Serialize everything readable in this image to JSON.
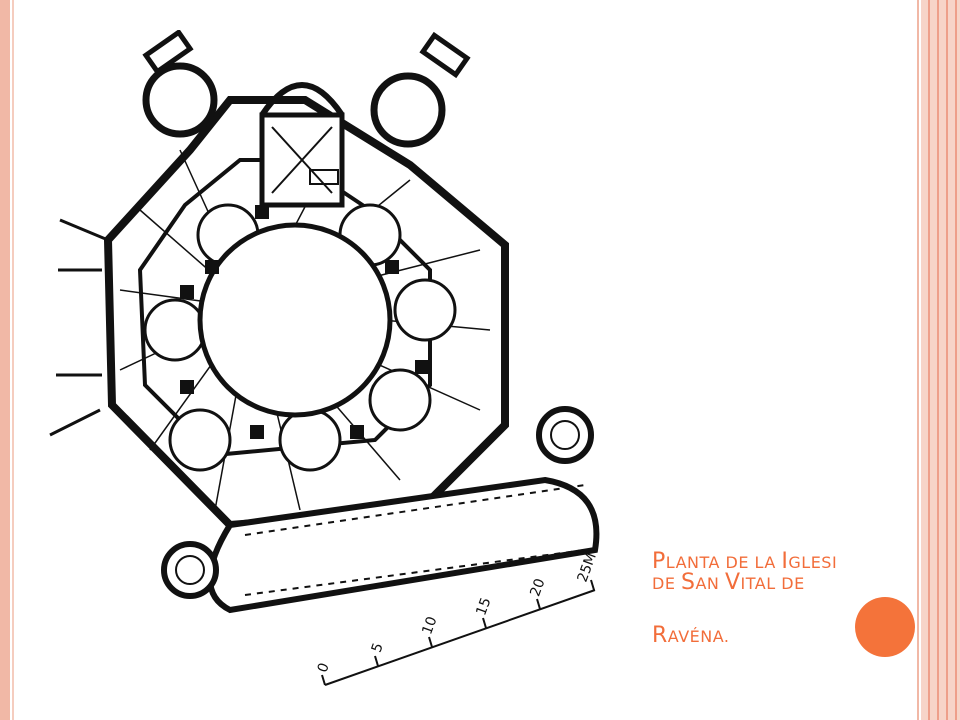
{
  "slide": {
    "caption": {
      "line1_cap1": "P",
      "line1_rest1": "LANTA DE LA ",
      "line1_cap2": "I",
      "line1_rest2": "GLESI",
      "line2_part1": "DE ",
      "line2_cap1": "S",
      "line2_part2": "AN ",
      "line2_cap2": "V",
      "line2_part3": "ITAL DE",
      "line3_cap1": "R",
      "line3_rest": "AVÉNA."
    },
    "scale_bar": {
      "labels": [
        "0",
        "5",
        "10",
        "15",
        "20",
        "25M"
      ]
    },
    "colors": {
      "caption": "#f26d3a",
      "accent_circle": "#f4733a",
      "frame": "#f1b8a6"
    }
  }
}
